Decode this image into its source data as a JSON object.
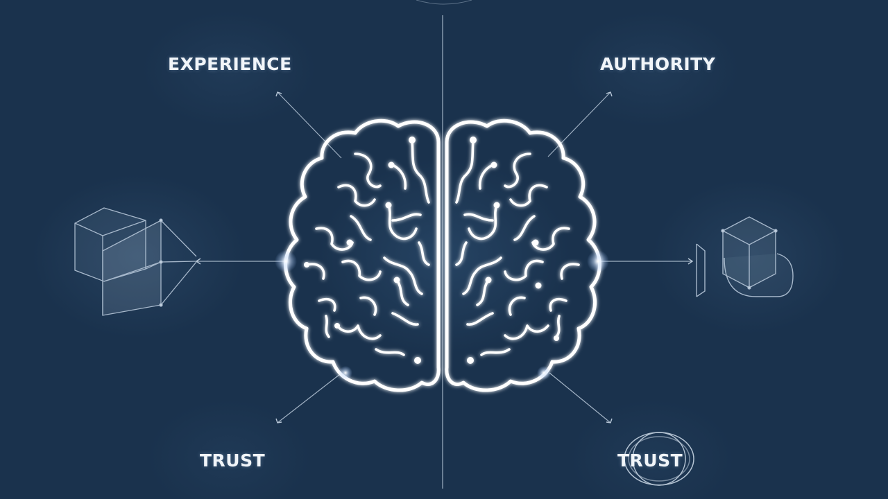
{
  "labels": {
    "top_left": "EXPERIENCE",
    "top_right": "AUTHORITY",
    "bottom_left": "TRUST",
    "bottom_right": "TRUST"
  },
  "icons": {
    "center": "brain-icon",
    "left": "cube-icon",
    "right": "cube-icon",
    "bottom_right": "ring-icon"
  },
  "colors": {
    "background": "#1a324d",
    "line": "#ffffff",
    "connector": "#b9c8d8"
  }
}
